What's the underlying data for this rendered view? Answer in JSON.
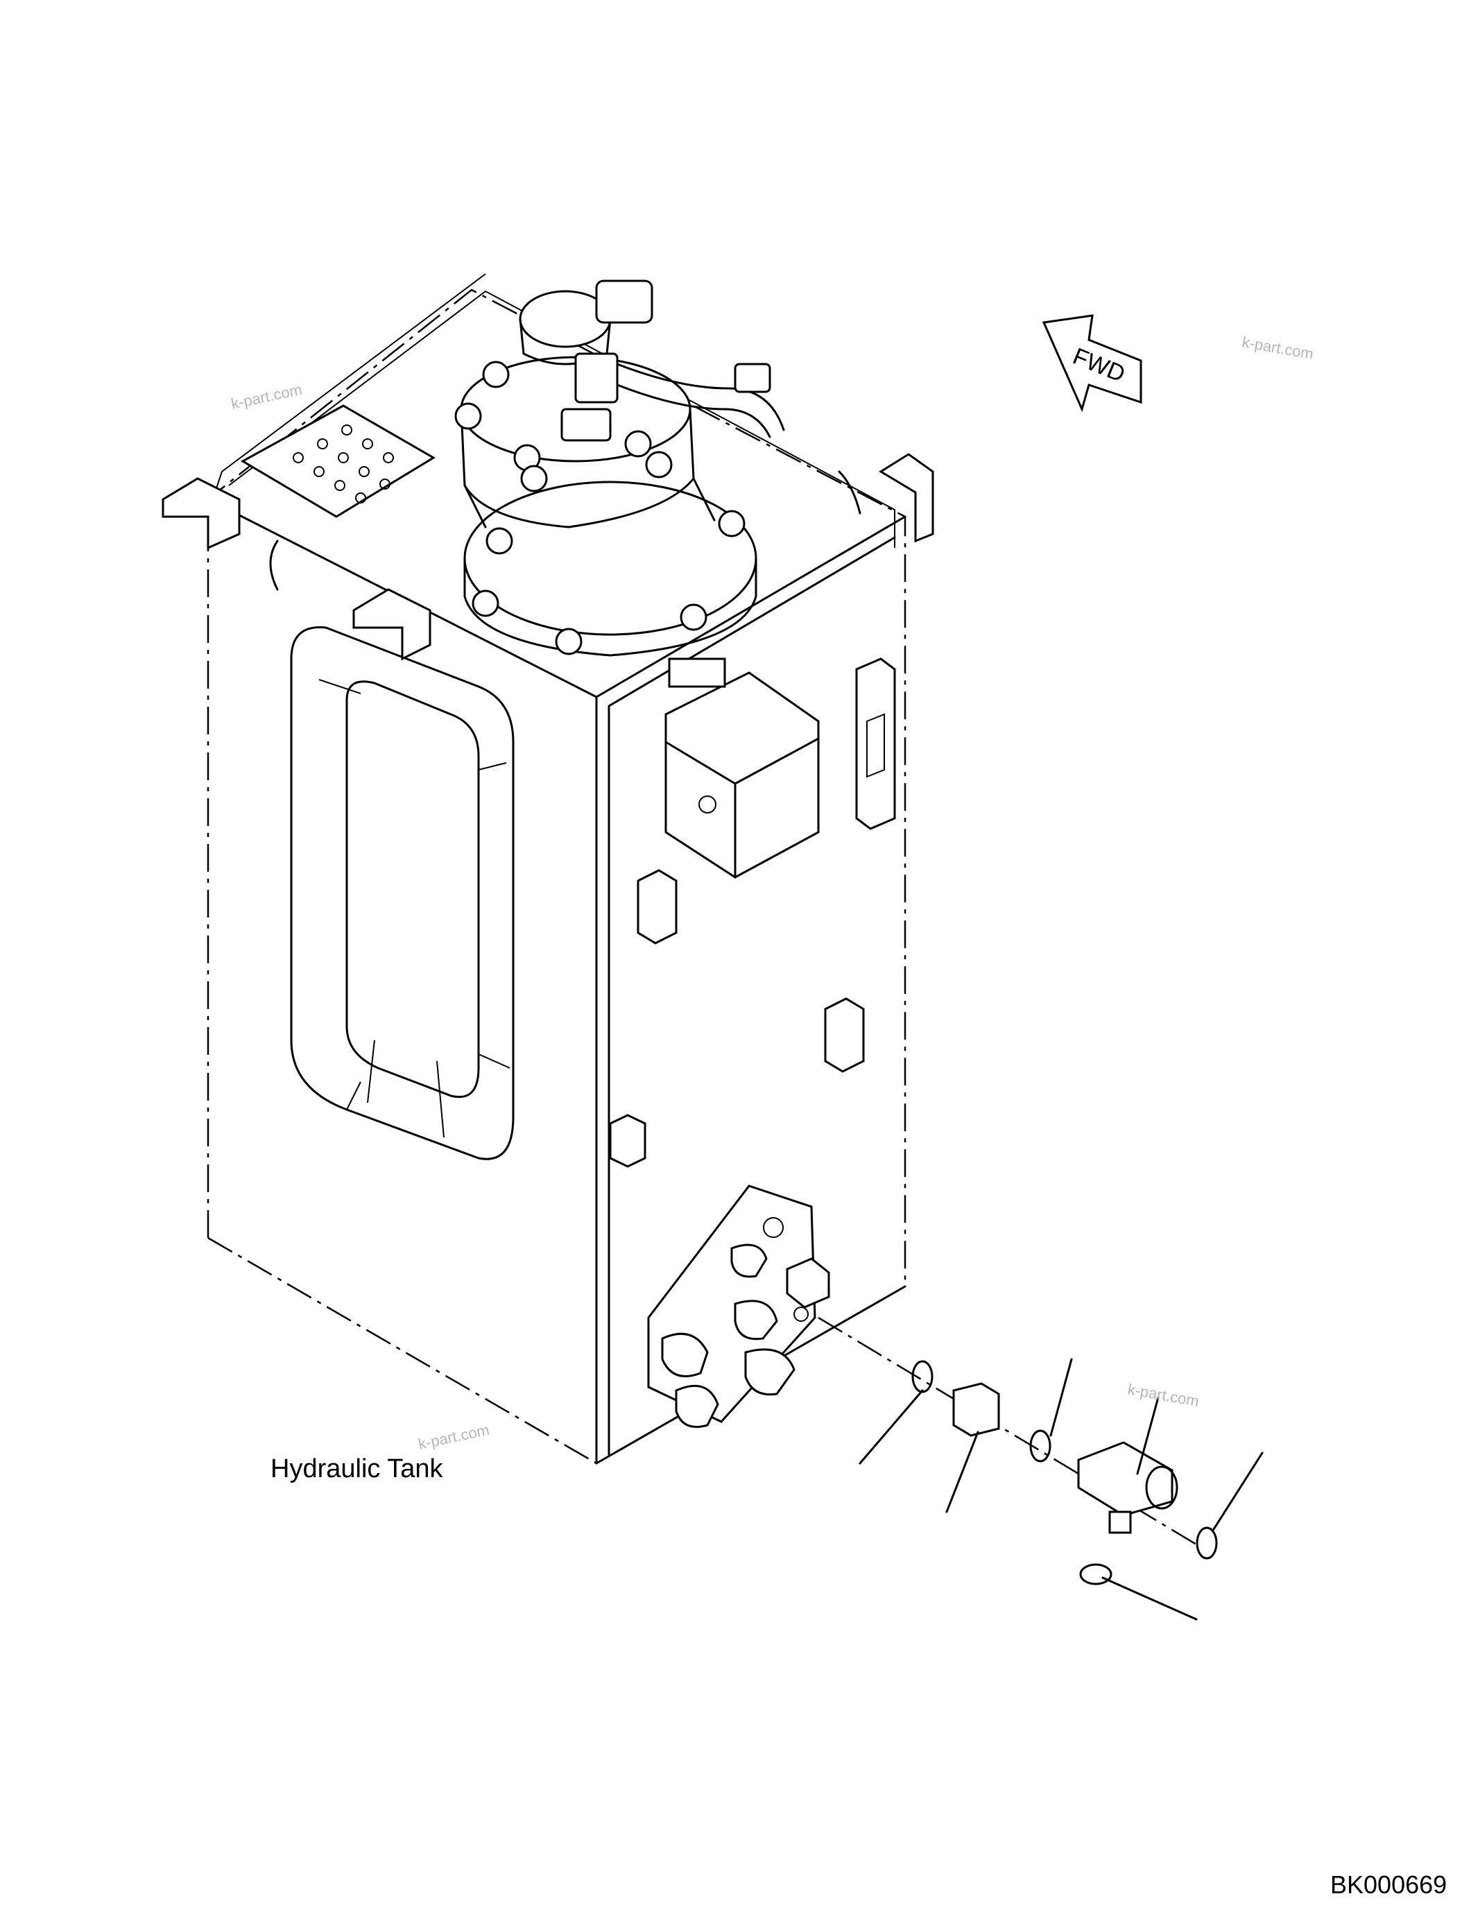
{
  "caption": "Hydraulic Tank",
  "drawing_number": "BK000669",
  "direction_arrow": "FWD",
  "watermark": "k-part.com"
}
